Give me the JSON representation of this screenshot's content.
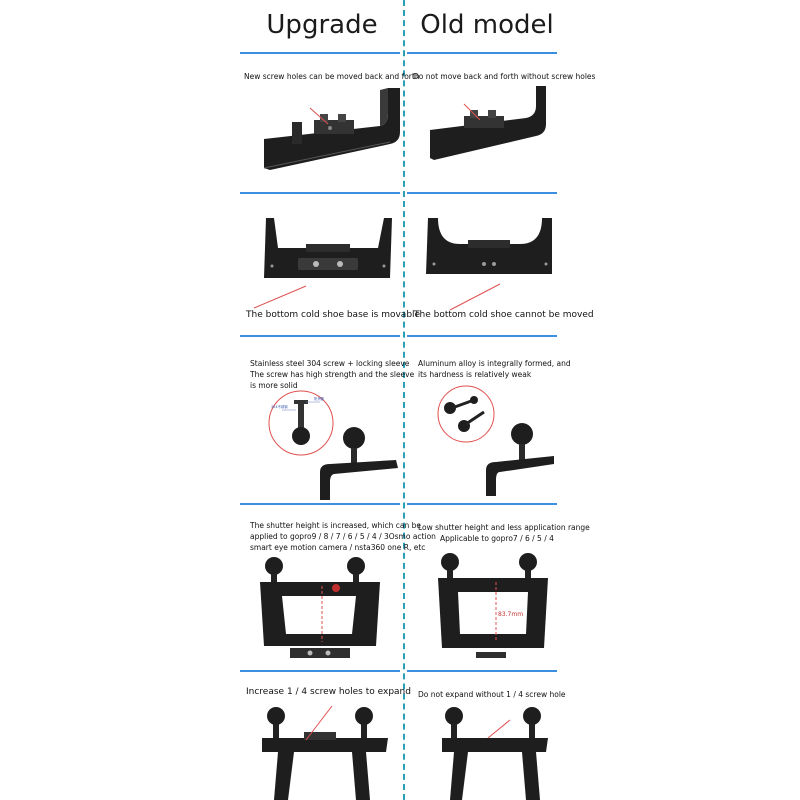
{
  "header": {
    "left": "Upgrade",
    "right": "Old model"
  },
  "sections": [
    {
      "left": "New screw holes can be moved back and forth",
      "right": "Do not move back and forth without screw holes"
    },
    {
      "left": "The bottom cold shoe base is movable",
      "right": "The bottom cold shoe cannot be moved"
    },
    {
      "left_lines": [
        "Stainless steel 304 screw + locking sleeve",
        "The screw has high strength and the sleeve",
        "is more solid"
      ],
      "right_lines": [
        "Aluminum alloy is integrally formed, and",
        "its hardness is relatively weak"
      ],
      "left_inset_labels": [
        "304不锈钢",
        "防滑套"
      ]
    },
    {
      "left_lines": [
        "The shutter height is increased, which can be",
        "applied to gopro9 / 8 / 7 / 6 / 5 / 4 / 3Osmo action",
        "smart eye motion camera / nsta360 one R, etc"
      ],
      "right_lines": [
        "Low shutter height and less application range",
        "Applicable to gopro7 / 6 / 5 / 4"
      ],
      "right_measure": "83.7mm"
    },
    {
      "left": "Increase 1 / 4 screw holes to expand",
      "right": "Do not expand without 1 / 4 screw hole"
    }
  ],
  "colors": {
    "accent": "#3c8fe0",
    "divider": "#2a9fb6",
    "arrow": "#e05050",
    "metal": "#1e1e1e"
  }
}
